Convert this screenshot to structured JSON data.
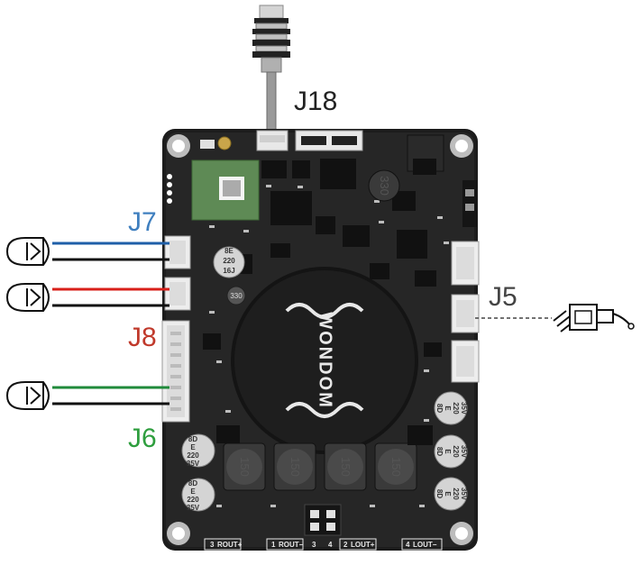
{
  "labels": {
    "j18": "J18",
    "j7": "J7",
    "j8": "J8",
    "j6": "J6",
    "j5": "J5"
  },
  "colors": {
    "j7": "#3f7fbf",
    "j8": "#c0392b",
    "j6": "#2e9e3e",
    "j5": "#444444",
    "j18": "#222222",
    "wire_blue": "#1f5fa8",
    "wire_red": "#d8201a",
    "wire_green": "#1f8a3a",
    "wire_black": "#111111"
  },
  "board": {
    "logo": "WONDOM",
    "inductor_marks": [
      "150",
      "150",
      "150",
      "150",
      "330"
    ],
    "inductor_label_small": "330",
    "top_cap": [
      "8E",
      "220",
      "16J"
    ],
    "left_caps": [
      [
        "8D",
        "E",
        "220",
        "35V"
      ],
      [
        "8D",
        "E",
        "220",
        "35V"
      ]
    ],
    "right_caps": [
      [
        "35V",
        "220",
        "E",
        "8D"
      ],
      [
        "35V",
        "220",
        "E",
        "8D"
      ],
      [
        "35V",
        "220",
        "E",
        "8D"
      ]
    ],
    "bottom_silk": [
      {
        "num": "3",
        "text": "ROUT+"
      },
      {
        "num": "1",
        "text": "ROUT−"
      },
      {
        "num": "2",
        "text": "LOUT+"
      },
      {
        "num": "4",
        "text": "LOUT−"
      }
    ],
    "bottom_mid_nums": [
      "3",
      "4"
    ]
  }
}
